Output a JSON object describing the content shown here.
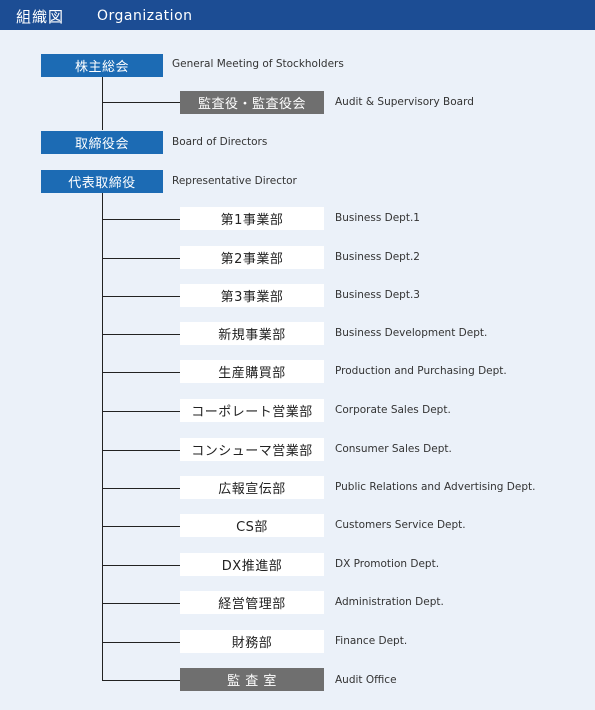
{
  "header": {
    "title_ja": "組織図",
    "title_en": "Organization"
  },
  "top": [
    {
      "label": "株主総会",
      "en": "General Meeting of Stockholders"
    },
    {
      "label": "取締役会",
      "en": "Board of Directors"
    },
    {
      "label": "代表取締役",
      "en": "Representative Director"
    }
  ],
  "audit_board": {
    "label": "監査役・監査役会",
    "en": "Audit & Supervisory Board"
  },
  "departments": [
    {
      "label": "第1事業部",
      "en": "Business Dept.1"
    },
    {
      "label": "第2事業部",
      "en": "Business Dept.2"
    },
    {
      "label": "第3事業部",
      "en": "Business Dept.3"
    },
    {
      "label": "新規事業部",
      "en": "Business Development Dept."
    },
    {
      "label": "生産購買部",
      "en": "Production and Purchasing Dept."
    },
    {
      "label": "コーポレート営業部",
      "en": "Corporate Sales Dept."
    },
    {
      "label": "コンシューマ営業部",
      "en": "Consumer Sales Dept."
    },
    {
      "label": "広報宣伝部",
      "en": "Public Relations and Advertising Dept."
    },
    {
      "label": "CS部",
      "en": "Customers Service Dept."
    },
    {
      "label": "DX推進部",
      "en": "DX Promotion Dept."
    },
    {
      "label": "経営管理部",
      "en": "Administration Dept."
    },
    {
      "label": "財務部",
      "en": "Finance Dept."
    }
  ],
  "audit_office": {
    "label": "監 査 室",
    "en": "Audit Office"
  }
}
